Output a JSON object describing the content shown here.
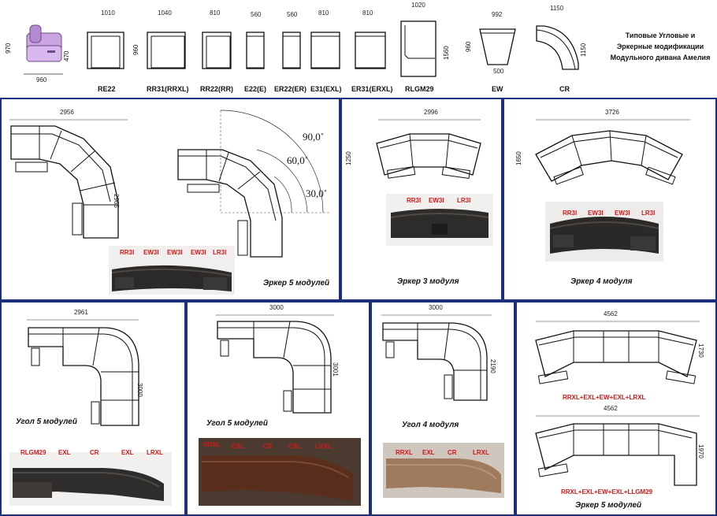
{
  "header": {
    "title_lines": [
      "Типовые Угловые и",
      "Эркерные  модификации",
      "Модульного дивана Амелия"
    ],
    "chair": {
      "h": "970",
      "inner": "470",
      "w": "960"
    },
    "modules": [
      {
        "code": "RE22",
        "w": "1010"
      },
      {
        "code": "RR31(RRXL)",
        "w": "1040",
        "h": "960"
      },
      {
        "code": "RR22(RR)",
        "w": "810"
      },
      {
        "code": "E22(E)",
        "w": "560"
      },
      {
        "code": "ER22(ER)",
        "w": "560"
      },
      {
        "code": "E31(EXL)",
        "w": "810"
      },
      {
        "code": "ER31(ERXL)",
        "w": "810"
      },
      {
        "code": "RLGM29",
        "w": "1020",
        "h": "1560"
      },
      {
        "code": "EW",
        "w": "992",
        "h": "960",
        "bottom": "500"
      },
      {
        "code": "CR",
        "w": "1150",
        "h": "1150"
      }
    ]
  },
  "panels": {
    "p1": {
      "width": "2956",
      "height": "2965",
      "angles": [
        "90,0˚",
        "60,0˚",
        "30,0˚"
      ],
      "caption": "Эркер 5 модулей",
      "labels": [
        "RR3I",
        "EW3I",
        "EW3I",
        "EW3I",
        "LR3I"
      ]
    },
    "p2": {
      "width": "2996",
      "height": "1250",
      "caption": "Эркер 3 модуля",
      "labels": [
        "RR3I",
        "EW3I",
        "LR3I"
      ]
    },
    "p3": {
      "width": "3726",
      "height": "1650",
      "caption": "Эркер 4 модуля",
      "labels": [
        "RR3I",
        "EW3I",
        "EW3I",
        "LR3I"
      ]
    },
    "p4": {
      "width": "2961",
      "height": "3000",
      "caption": "Угол 5 модулей",
      "labels": [
        "RLGM29",
        "EXL",
        "CR",
        "EXL",
        "LRXL"
      ]
    },
    "p5": {
      "width": "3000",
      "height": "3001",
      "caption": "Угол 5 модулей",
      "labels": [
        "RRXL",
        "EXL",
        "CR",
        "EXL",
        "LRXL"
      ]
    },
    "p6": {
      "width": "3000",
      "height": "2190",
      "caption": "Угол 4 модуля",
      "labels": [
        "RRXL",
        "EXL",
        "CR",
        "LRXL"
      ]
    },
    "p7": {
      "width_top": "4562",
      "height_top": "1730",
      "formula_top": "RRXL+EXL+EW+EXL+LRXL",
      "width_bottom": "4562",
      "height_bottom": "1970",
      "formula_bottom": "RRXL+EXL+EW+EXL+LLGM29",
      "caption": "Эркер 5 модулей"
    }
  },
  "colors": {
    "frame": "#1b2f7c",
    "label_red": "#d01818",
    "leather_dark": "#2c2a28",
    "leather_brown": "#5a2e1c",
    "leather_tan": "#a07a5c"
  }
}
